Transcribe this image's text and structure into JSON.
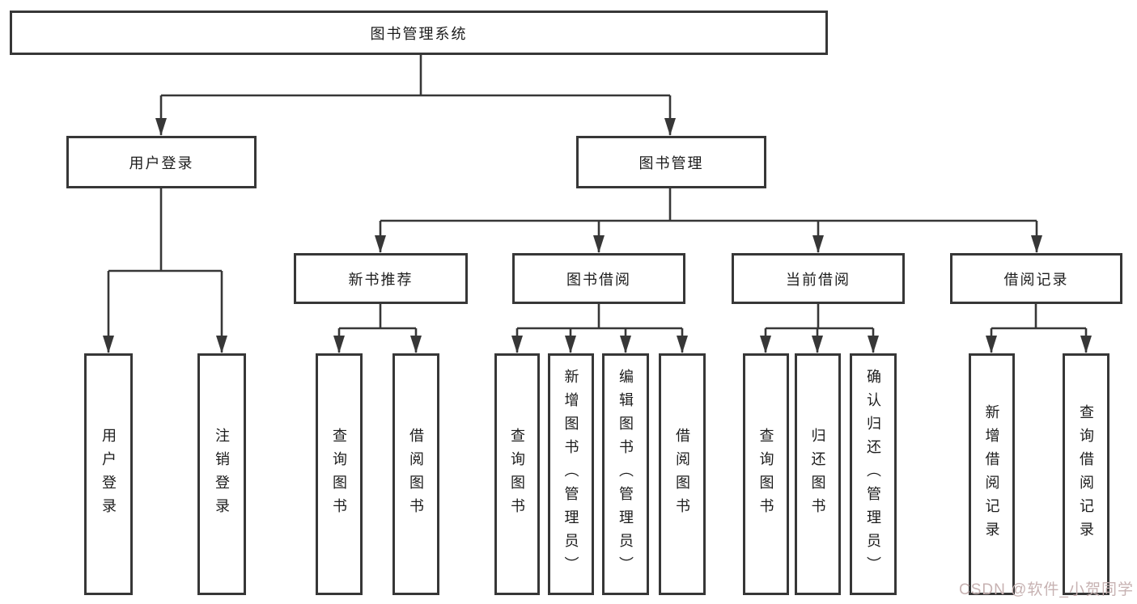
{
  "colors": {
    "line": "#373737",
    "text": "#1c1c1c",
    "watermark": "#c7b2b2"
  },
  "watermark": {
    "text": "CSDN @软件_小贺同学"
  },
  "tree": {
    "root": {
      "label": "图书管理系统",
      "children": [
        {
          "label": "用户登录",
          "children": [
            {
              "label": "用户登录"
            },
            {
              "label": "注销登录"
            }
          ]
        },
        {
          "label": "图书管理",
          "children": [
            {
              "label": "新书推荐",
              "children": [
                {
                  "label": "查询图书"
                },
                {
                  "label": "借阅图书"
                }
              ]
            },
            {
              "label": "图书借阅",
              "children": [
                {
                  "label": "查询图书"
                },
                {
                  "label": "新增图书（管理员）"
                },
                {
                  "label": "编辑图书（管理员）"
                },
                {
                  "label": "借阅图书"
                }
              ]
            },
            {
              "label": "当前借阅",
              "children": [
                {
                  "label": "查询图书"
                },
                {
                  "label": "归还图书"
                },
                {
                  "label": "确认归还（管理员）"
                }
              ]
            },
            {
              "label": "借阅记录",
              "children": [
                {
                  "label": "新增借阅记录"
                },
                {
                  "label": "查询借阅记录"
                }
              ]
            }
          ]
        }
      ]
    }
  }
}
